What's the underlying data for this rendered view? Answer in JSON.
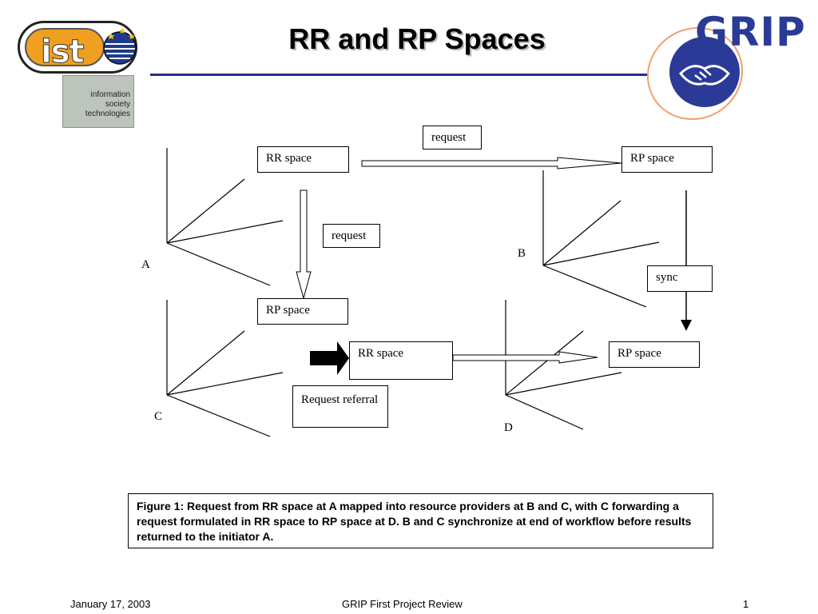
{
  "slide": {
    "title": "RR and RP Spaces",
    "caption": "Figure 1: Request from RR space at A mapped into resource providers at B and C, with C forwarding a request formulated in RR space to RP space at D. B and C synchronize at end of workflow before results returned to the initiator A.",
    "footer": {
      "date": "January 17, 2003",
      "center": "GRIP First Project Review",
      "page": "1"
    }
  },
  "logos": {
    "ist": {
      "wordmark": "ist",
      "lines": [
        "information",
        "society",
        "technologies"
      ],
      "icon": "globe-stars-icon"
    },
    "grip": {
      "wordmark": "GRIP",
      "icon": "handshake-icon"
    }
  },
  "diagram": {
    "boxes": {
      "rr_a": "RR space",
      "rp_b": "RP space",
      "rp_c": "RP space",
      "rr_c": "RR space",
      "rp_d": "RP space",
      "request_top": "request",
      "request_mid": "request",
      "sync": "sync",
      "referral": "Request referral"
    },
    "axis_labels": {
      "a": "A",
      "b": "B",
      "c": "C",
      "d": "D"
    }
  },
  "colors": {
    "title_rule": "#1f2f8a",
    "grip_blue": "#2a3a96",
    "ist_orange": "#f0a020"
  }
}
